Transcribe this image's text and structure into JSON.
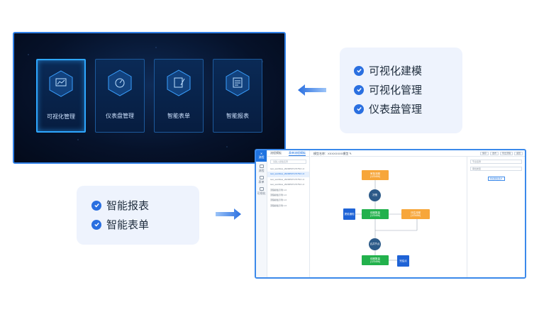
{
  "dark_dashboard": {
    "tiles": [
      {
        "label": "可视化管理",
        "icon": "chart-screen-icon",
        "active": true
      },
      {
        "label": "仪表盘管理",
        "icon": "gauge-icon",
        "active": false
      },
      {
        "label": "智能表单",
        "icon": "form-edit-icon",
        "active": false
      },
      {
        "label": "智能报表",
        "icon": "report-icon",
        "active": false
      }
    ]
  },
  "callout_top": {
    "items": [
      "可视化建模",
      "可视化管理",
      "仪表盘管理"
    ]
  },
  "callout_bottom": {
    "items": [
      "智能报表",
      "智能表单"
    ]
  },
  "workflow_app": {
    "logo": "流程",
    "rail": [
      "流程",
      "表单",
      "可视化"
    ],
    "tabs": [
      "流程模板",
      "表单流程模板"
    ],
    "search_placeholder": "请输入模板名称",
    "list_items": [
      "test_workflow_20200507173754 1.0",
      "test_workflow_20200507173754 1.0",
      "test_workflow_20200507173754 1.0",
      "test_workflow_20200507173754 1.0",
      "流程模板示例 1.0",
      "流程模板示例 1.0",
      "流程模板示例 1.0",
      "流程模板示例 1.0"
    ],
    "title": "模型名称：XXXXXXXX模型 ✎",
    "toolbar": [
      "保存",
      "发布",
      "导出流程",
      "返回"
    ],
    "nodes": {
      "n1": "审批流程\n(123456)",
      "n2": "决策",
      "n3": "提前通知",
      "n4": "线程数量\n(123456)",
      "n5": "评估流程\n(123456)",
      "n6": "合并节点",
      "n7": "线程数量\n(123456)",
      "n8": "完结点"
    },
    "props": {
      "field1": "节点名称",
      "field2": "审批类型",
      "button": "添加审批用户"
    }
  }
}
